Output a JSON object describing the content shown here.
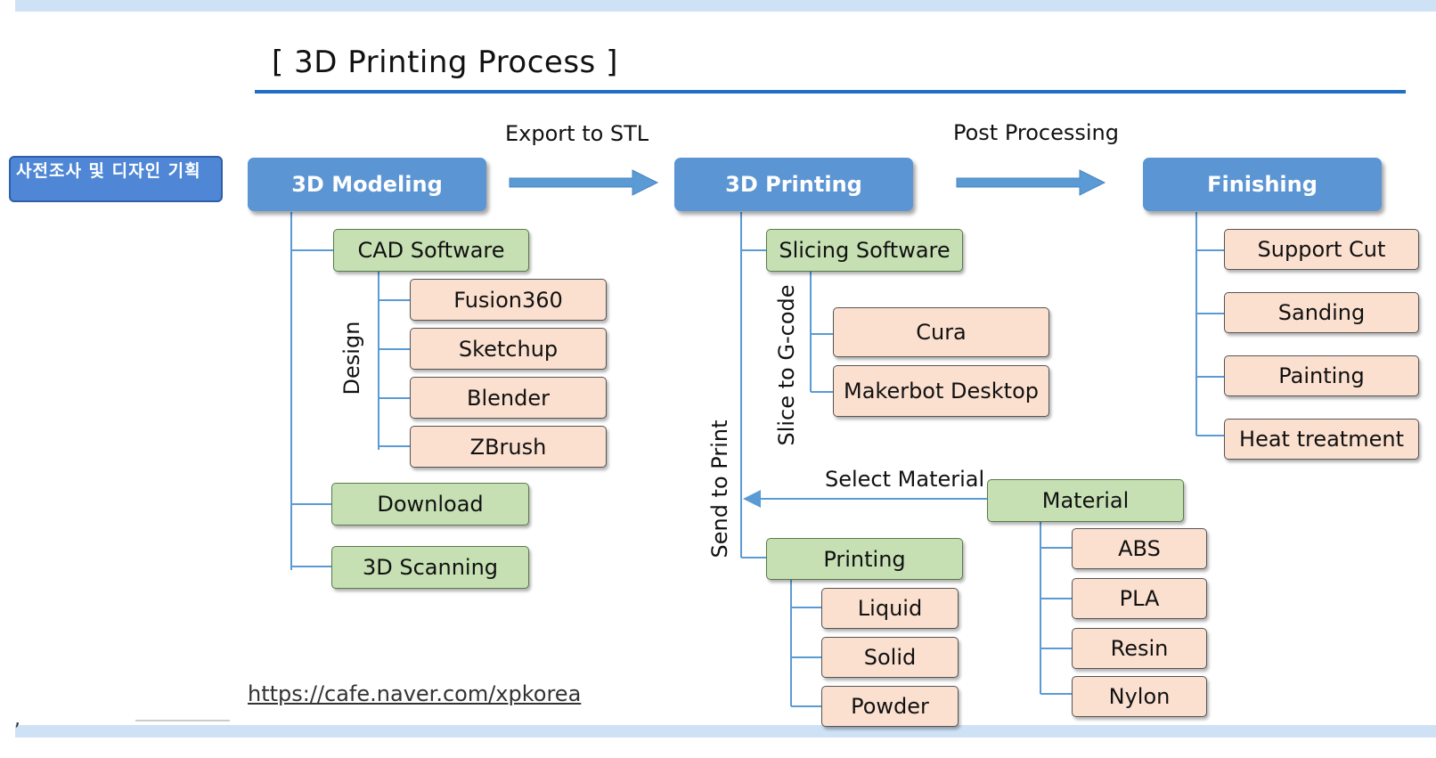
{
  "side_tab": "사전조사 및  디자인 기획",
  "title": "[ 3D Printing Process ]",
  "arrows": {
    "export": "Export to STL",
    "post": "Post Processing"
  },
  "stages": {
    "modeling": "3D Modeling",
    "printing": "3D Printing",
    "finishing": "Finishing"
  },
  "modeling": {
    "cad": "CAD Software",
    "design_label": "Design",
    "cad_items": [
      "Fusion360",
      "Sketchup",
      "Blender",
      "ZBrush"
    ],
    "download": "Download",
    "scanning": "3D Scanning"
  },
  "printing": {
    "slicing": "Slicing Software",
    "slice_label": "Slice to G-code",
    "slice_items": [
      "Cura",
      "Makerbot Desktop"
    ],
    "send_label": "Send to Print",
    "select_material_label": "Select Material",
    "material": "Material",
    "material_items": [
      "ABS",
      "PLA",
      "Resin",
      "Nylon"
    ],
    "printing_box": "Printing",
    "printing_items": [
      "Liquid",
      "Solid",
      "Powder"
    ]
  },
  "finishing": {
    "items": [
      "Support Cut",
      "Sanding",
      "Painting",
      "Heat treatment"
    ]
  },
  "footer": {
    "comma": ",",
    "link": "https://cafe.naver.com/xpkorea"
  },
  "colors": {
    "stage_blue": "#5b95d3",
    "green": "#c6e0b4",
    "peach": "#fbe0d0",
    "line_blue": "#5b9bd5",
    "title_rule": "#1f6fc7"
  }
}
